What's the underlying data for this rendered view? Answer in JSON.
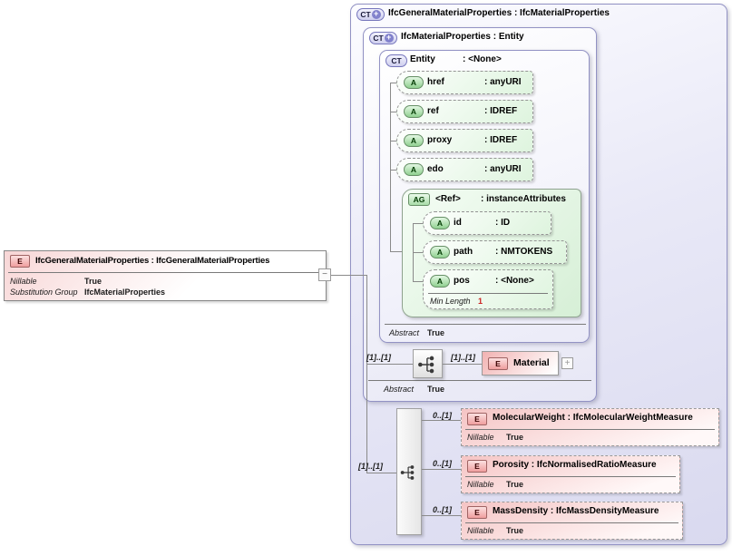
{
  "badges": {
    "element": "E",
    "attribute": "A",
    "attribute_group": "AG",
    "complex_type": "CT"
  },
  "glyphs": {
    "plus": "+",
    "minus": "−",
    "expand": "+"
  },
  "colors": {
    "element_pink": "#f2b2b2",
    "attribute_green": "#90d090",
    "type_lavender": "#d9d9ef",
    "facet_red": "#cc2222"
  },
  "left_element": {
    "title": "IfcGeneralMaterialProperties : IfcGeneralMaterialProperties",
    "properties": [
      {
        "label": "Nillable",
        "value": "True"
      },
      {
        "label": "Substitution Group",
        "value": "IfcMaterialProperties"
      }
    ]
  },
  "outer_type": {
    "title": "IfcGeneralMaterialProperties : IfcMaterialProperties"
  },
  "base_type": {
    "title": "IfcMaterialProperties : Entity",
    "abstract": {
      "label": "Abstract",
      "value": "True"
    }
  },
  "entity_type": {
    "name": "Entity",
    "type": ": <None>",
    "abstract": {
      "label": "Abstract",
      "value": "True"
    },
    "attributes": [
      {
        "name": "href",
        "type": ": anyURI"
      },
      {
        "name": "ref",
        "type": ": IDREF"
      },
      {
        "name": "proxy",
        "type": ": IDREF"
      },
      {
        "name": "edo",
        "type": ": anyURI"
      }
    ],
    "attribute_group": {
      "name": "<Ref>",
      "type": ": instanceAttributes",
      "attributes": [
        {
          "name": "id",
          "type": ": ID"
        },
        {
          "name": "path",
          "type": ": NMTOKENS"
        },
        {
          "name": "pos",
          "type": ": <None>",
          "facet": {
            "label": "Min Length",
            "value": "1"
          }
        }
      ]
    }
  },
  "material_row": {
    "cardinality_left": "[1]..[1]",
    "cardinality_right": "[1]..[1]",
    "element": {
      "name": "Material"
    }
  },
  "content_model": {
    "cardinality": "[1]..[1]",
    "elements": [
      {
        "cardinality": "0..[1]",
        "title": "MolecularWeight : IfcMolecularWeightMeasure",
        "properties": [
          {
            "label": "Nillable",
            "value": "True"
          }
        ]
      },
      {
        "cardinality": "0..[1]",
        "title": "Porosity : IfcNormalisedRatioMeasure",
        "properties": [
          {
            "label": "Nillable",
            "value": "True"
          }
        ]
      },
      {
        "cardinality": "0..[1]",
        "title": "MassDensity : IfcMassDensityMeasure",
        "properties": [
          {
            "label": "Nillable",
            "value": "True"
          }
        ]
      }
    ]
  }
}
